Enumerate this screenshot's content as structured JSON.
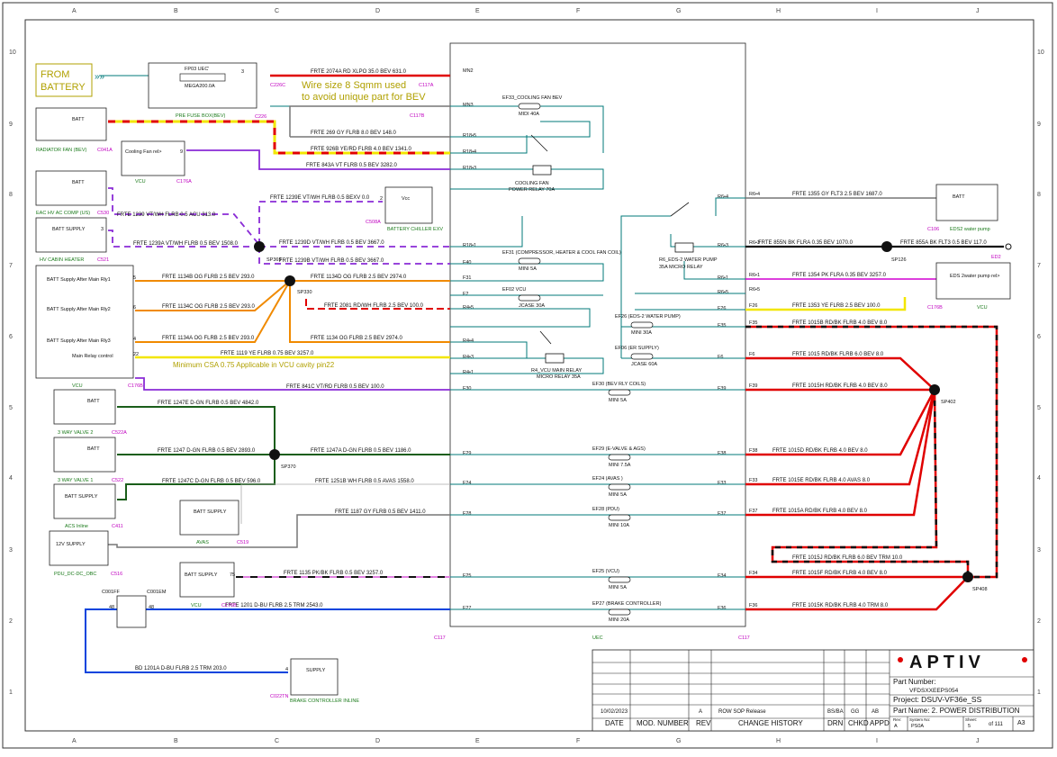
{
  "grid": {
    "cols": [
      "A",
      "B",
      "C",
      "D",
      "E",
      "F",
      "G",
      "H",
      "I",
      "J"
    ],
    "rows": [
      "10",
      "9",
      "8",
      "7",
      "6",
      "5",
      "4",
      "3",
      "2",
      "1"
    ]
  },
  "notes": {
    "from_battery": [
      "FROM",
      "BATTERY"
    ],
    "wire_size": [
      "Wire size 8 Sqmm used",
      "to avoid unique part for BEV"
    ],
    "min_csa": "Minimum CSA  0.75 Applicable in VCU cavity pin22"
  },
  "components": {
    "fuse_box": {
      "title": "FP03 UEC'",
      "fuse": "MEGA200.0A",
      "pin": "3",
      "label": "PRE FUSE BOX(BEV)"
    },
    "rad_fan": {
      "name": "BATT",
      "label": "RADIATOR FAN (BEV)",
      "conn": "C041A"
    },
    "vcu_cooling": {
      "name": "Cooling Fan rel>",
      "pin": "9",
      "label": "VCU",
      "conn": "C176A"
    },
    "eac": {
      "name": "BATT",
      "label": "EAC HV AC COMP (US)",
      "conn": "C530"
    },
    "hv_heater": {
      "name": "BATT SUPPLY",
      "pin": "3",
      "label": "HV CABIN HEATER",
      "conn": "C521"
    },
    "chiller": {
      "name": "Vcc",
      "pin": "2",
      "label": "BATTERY CHILLER EXV",
      "conn": "C508A"
    },
    "vcu_main": {
      "rows": [
        "BATT Supply After Main Rly1",
        "BATT Supply After Main Rly2",
        "BATT Supply After Main Rly3",
        "Main Relay control"
      ],
      "pins": [
        "5",
        "6",
        "4",
        "22"
      ],
      "label": "VCU",
      "conn": "C176B"
    },
    "valve2": {
      "name": "BATT",
      "label": "3 WAY VALVE 2",
      "conn": "C522A"
    },
    "valve1": {
      "name": "BATT",
      "label": "3 WAY VALVE 1",
      "conn": "C522"
    },
    "acs": {
      "name": "BATT SUPPLY",
      "label": "ACS Inline",
      "conn": "C411"
    },
    "avas": {
      "name": "BATT SUPPLY",
      "label": "AVAS",
      "conn": "C519"
    },
    "pdu": {
      "name": "12V SUPPLY",
      "label": "PDU_DC-DC_OBC",
      "conn": "C516"
    },
    "vcu_f25": {
      "name": "BATT SUPPLY",
      "pin": "75",
      "label": "VCU",
      "conn": "C176B"
    },
    "c001": {
      "left": "C001FF",
      "right": "C001EM",
      "pin_l": "48",
      "pin_r": "48"
    },
    "brake": {
      "name": "SUPPLY",
      "pin": "4",
      "label": "BRAKE CONTROLLER INLINE",
      "conn": "C022TN"
    },
    "eds2_pump": {
      "name": "BATT",
      "label": "EDS2 water pump",
      "conn": "C106"
    },
    "eds2_relay": {
      "name": "EDS 2water pump rel>",
      "label": "VCU",
      "conn": "C176B"
    },
    "ed2": {
      "label": "ED2"
    }
  },
  "connectors": {
    "c226c": "C226C",
    "c226": "C226",
    "c117a": "C117A",
    "c117b": "C117B",
    "c117": "C117",
    "uec": "UEC"
  },
  "splices": [
    "SP369",
    "SP330",
    "SP370",
    "SP126",
    "SP402",
    "SP408"
  ],
  "uec": {
    "pins_left": [
      "MN2",
      "MN3",
      "R18•5",
      "R18•4",
      "R18•3",
      "R18•1",
      "F40",
      "F31",
      "F2",
      "R4•5",
      "R4•4",
      "R4•3",
      "R4•1",
      "F30",
      "F29",
      "F24",
      "F28",
      "F25",
      "F27"
    ],
    "pins_right": [
      "R6•4",
      "R6•3",
      "R6•1",
      "R6•5",
      "F26",
      "F35",
      "F6",
      "F39",
      "F38",
      "F33",
      "F37",
      "F34",
      "F36"
    ],
    "fuses": [
      {
        "name": "EF33_COOLING FAN BEV",
        "rating": "MIDI 40A"
      },
      {
        "name": "EF31 (COMPRESSOR, HEATER & COOL FAN COIL)",
        "rating": "MINI 5A"
      },
      {
        "name": "EF02 VCU",
        "rating": "JCASE 30A"
      },
      {
        "name": "EF26 (EDS-2 WATER PUMP)",
        "rating": "MINI 30A"
      },
      {
        "name": "EF06 (ER SUPPLY)",
        "rating": "JCASE 60A"
      },
      {
        "name": "EF30 (BEV RLY COILS)",
        "rating": "MINI 5A"
      },
      {
        "name": "EF29 (E-VALVE & AGS)",
        "rating": "MINI 7.5A"
      },
      {
        "name": "EF24 (AVAS )",
        "rating": "MINI 5A"
      },
      {
        "name": "EF28 (PDU)",
        "rating": "MINI 10A"
      },
      {
        "name": "EF25 (VCU)",
        "rating": "MINI 5A"
      },
      {
        "name": "EP27 (BRAKE CONTROLLER)",
        "rating": "MINI 20A"
      }
    ],
    "relays": [
      {
        "name": "COOLING FAN",
        "sub": "POWER RELAY 70A"
      },
      {
        "name": "R4_VCU MAIN RELAY",
        "sub": "MICRO RELAY 35A"
      },
      {
        "name": "R6_EDS-2 WATER PUMP",
        "sub": "35A MICRO RELAY"
      }
    ]
  },
  "wires": {
    "w_bat": "FRTE  2074A  RD  XLPO  35.0  BEV   631.0",
    "w_269": "FRTE  269  GY  FLRB  8.0  BEV   148.0",
    "w_926b": "FRTE  926B  YE/RD  FLRB  4.0  BEV   1341.0",
    "w_843a": "FRTE  843A  VT  FLRB  0.5  BEV   3282.0",
    "w_1239e": "FRTE  1239E  VT/WH  FLRB  0.5  BEXV   0.0",
    "w_1239": "FRTE  1239  VT/WH  FLRB  0.5  ACU   313.0",
    "w_1239a": "FRTE  1239A  VT/WH  FLRB  0.5  BEV   1508.0",
    "w_1239d": "FRTE  1239D  VT/WH  FLRB  0.5  BEV   3667.0",
    "w_1239b": "FRTE  1239B  VT/WH  FLRB  0.5  BEV   3667.0",
    "w_1134b": "FRTE  1134B  OG  FLRB  2.5  BEV   293.0",
    "w_1134d": "FRTE  1134D  OG  FLRB  2.5  BEV   2974.0",
    "w_1134c": "FRTE  1134C  OG  FLRB  2.5  BEV   293.0",
    "w_2081": "FRTE  2081  RD/WH  FLRB  2.5  BEV   100.0",
    "w_1134a": "FRTE  1134A  OG  FLRB  2.5  BEV   293.0",
    "w_1134": "FRTE  1134  OG  FLRB  2.5  BEV   2974.0",
    "w_1119": "FRTE  1119  YE  FLRB  0.75  BEV   3257.0",
    "w_841c": "FRTE  841C  VT/RD  FLRB  0.5  BEV   100.0",
    "w_1247e": "FRTE  1247E  D-GN  FLRB  0.5  BEV   4842.0",
    "w_1247": "FRTE  1247  D-GN  FLRB  0.5  BEV   2893.0",
    "w_1247a": "FRTE  1247A  D-GN  FLRB  0.5  BEV   1186.0",
    "w_1247c": "FRTE  1247C  D-GN  FLRB  0.5  BEV   596.0",
    "w_1251b": "FRTE  1251B  WH  FLRB  0.5  AVAS   1558.0",
    "w_1187": "FRTE  1187  GY  FLRB  0.5  BEV   1411.0",
    "w_1135": "FRTE  1135  PK/BK  FLRB  0.5  BEV   3257.0",
    "w_1201": "FRTE  1201  D-BU  FLRB  2.5  TRM   2543.0",
    "w_1201a": "BD  1201A  D-BU  FLRB  2.5  TRM   203.0",
    "w_1355": "FRTE  1355  GY  FLT3  2.5  BEV   1687.0",
    "w_855n": "FRTE  855N  BK  FLRA  0.35  BEV   1070.0",
    "w_855a": "FRTE  855A  BK  FLT3  0.5  BEV   117.0",
    "w_1354": "FRTE  1354  PK  FLRA  0.35  BEV   3257.0",
    "w_1353": "FRTE  1353  YE  FLRB  2.5  BEV   100.0",
    "w_1015b": "FRTE  1015B  RD/BK  FLRB  4.0  BEV   8.0",
    "w_1015": "FRTE  1015  RD/BK  FLRB  6.0  BEV   8.0",
    "w_1015h": "FRTE  1015H  RD/BK  FLRB  4.0  BEV   8.0",
    "w_1015d": "FRTE  1015D  RD/BK  FLRB  4.0  BEV   8.0",
    "w_1015e": "FRTE  1015E  RD/BK  FLRB  4.0  AVAS   8.0",
    "w_1015a": "FRTE  1015A  RD/BK  FLRB  4.0  BEV   8.0",
    "w_1015j": "FRTE  1015J  RD/BK  FLRB  6.0  BEV  TRM   10.0",
    "w_1015f": "FRTE  1015F  RD/BK  FLRB  4.0  BEV   8.0",
    "w_1015k": "FRTE  1015K  RD/BK  FLRB  4.0  TRM   8.0"
  },
  "title_block": {
    "logo": "APTIV",
    "part_number_label": "Part Number:",
    "part_number": "VFDSXXEEPS054",
    "project": "Project: DSUV-VF36e_SS",
    "part_name": "Part Name:  2. POWER DISTRIBUTION",
    "rev_label": "Rev:",
    "rev": "A",
    "system_label": "System No:",
    "system": "PS0A",
    "sheet_label": "Sheet:",
    "sheet": "5",
    "of": "of 111",
    "size": "A3",
    "row": {
      "date": "10/02/2023",
      "mod": "",
      "rev": "A",
      "change": "ROW SOP Release",
      "drn": "BS/BA",
      "chkd": "GG",
      "appd": "AB"
    },
    "headers": [
      "DATE",
      "MOD. NUMBER",
      "REV",
      "CHANGE HISTORY",
      "DRN",
      "CHKD",
      "APPD"
    ]
  },
  "colors": {
    "red": "#e00000",
    "orange": "#f08a00",
    "purple": "#8a2bd6",
    "green": "#1a5e1a",
    "blue": "#0044dd",
    "yellow": "#f2e600",
    "teal": "#007a7a",
    "gray": "#777777",
    "pink": "#d000d0",
    "black": "#111111"
  }
}
